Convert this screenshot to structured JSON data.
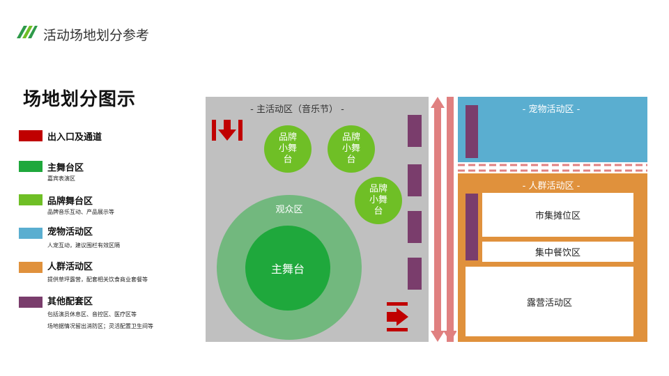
{
  "header": {
    "title": "活动场地划分参考"
  },
  "diagram_title": "场地划分图示",
  "legend": [
    {
      "label": "出入口及通道",
      "desc": [],
      "color": "#c00000"
    },
    {
      "label": "主舞台区",
      "desc": [
        "嘉宾表演区"
      ],
      "color": "#1fa83c"
    },
    {
      "label": "品牌舞台区",
      "desc": [
        "品牌音乐互动、产品展示等"
      ],
      "color": "#6fbf26"
    },
    {
      "label": "宠物活动区",
      "desc": [
        "人宠互动，建议围栏有效区隔"
      ],
      "color": "#5aaed0"
    },
    {
      "label": "人群活动区",
      "desc": [
        "提供草坪露营，配套相关饮食商业套餐等"
      ],
      "color": "#e0913c"
    },
    {
      "label": "其他配套区",
      "desc": [
        "包括演员休息区、音控区、医疗区等",
        "场地据情况留出消防区；灵活配置卫生间等"
      ],
      "color": "#7a3d6c"
    }
  ],
  "map": {
    "main_zone_label": "- 主活动区（音乐节） -",
    "brand_stage_label": "品牌\n小舞\n台",
    "audience_label": "观众区",
    "main_stage_label": "主舞台",
    "pet_zone_label": "- 宠物活动区 -",
    "crowd_zone_label": "- 人群活动区 -",
    "market_label": "市集摊位区",
    "dining_label": "集中餐饮区",
    "camping_label": "露营活动区"
  },
  "colors": {
    "main_bg": "#c0c0c0",
    "channel": "#e08080",
    "entrance": "#c00000",
    "audience": "#72b87e",
    "main_stage": "#1fa83c",
    "brand_stage": "#6fbf26",
    "pet": "#5aaed0",
    "crowd": "#e0913c",
    "support": "#7a3d6c"
  }
}
